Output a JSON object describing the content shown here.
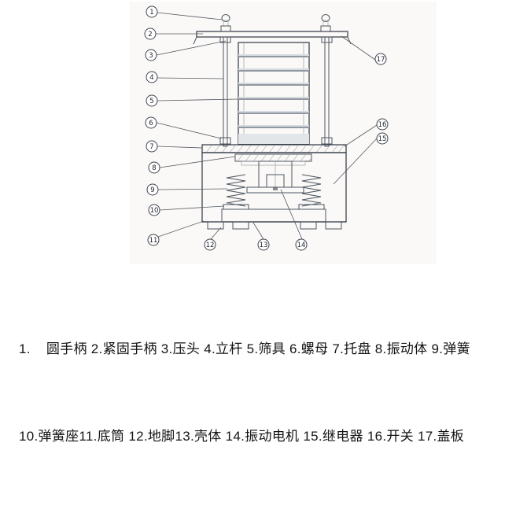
{
  "figure": {
    "callouts": [
      {
        "n": "1"
      },
      {
        "n": "2"
      },
      {
        "n": "3"
      },
      {
        "n": "4"
      },
      {
        "n": "5"
      },
      {
        "n": "6"
      },
      {
        "n": "7"
      },
      {
        "n": "8"
      },
      {
        "n": "9"
      },
      {
        "n": "10"
      },
      {
        "n": "11"
      },
      {
        "n": "12"
      },
      {
        "n": "13"
      },
      {
        "n": "14"
      },
      {
        "n": "15"
      },
      {
        "n": "16"
      },
      {
        "n": "17"
      }
    ]
  },
  "caption": {
    "line1": "1.    圆手柄 2.紧固手柄 3.压头 4.立杆 5.筛具 6.螺母 7.托盘 8.振动体 9.弹簧",
    "line2": "10.弹簧座11.底筒 12.地脚13.壳体 14.振动电机 15.继电器 16.开关 17.盖板"
  }
}
